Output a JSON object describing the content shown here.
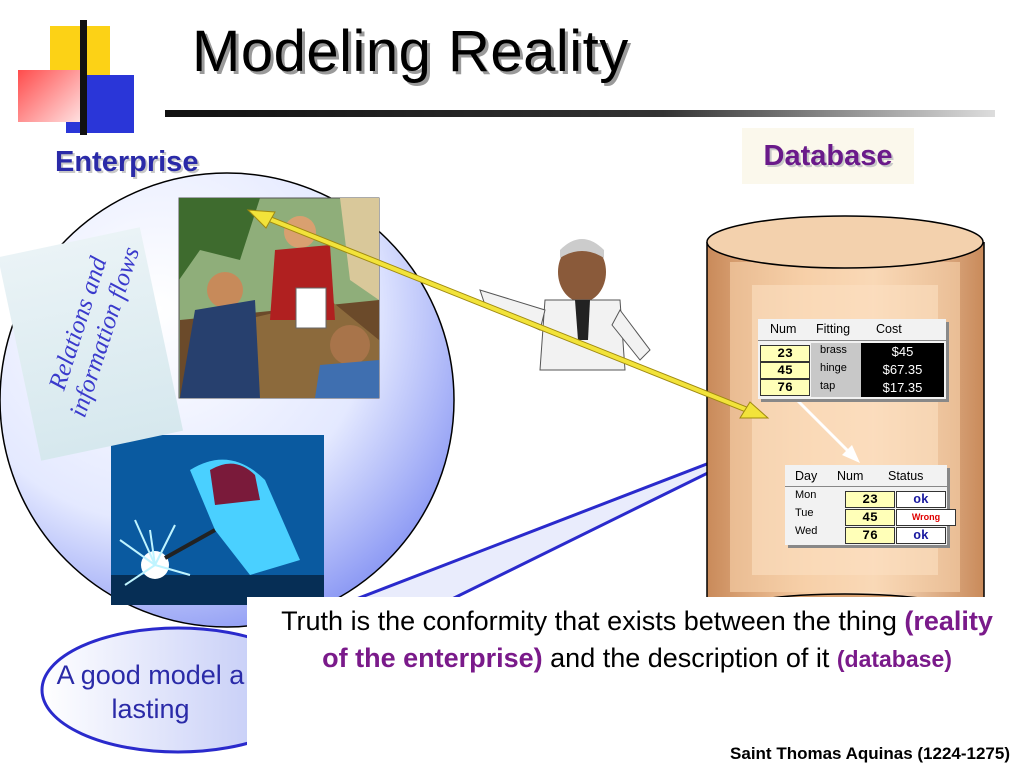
{
  "title": "Modeling Reality",
  "labels": {
    "enterprise": "Enterprise",
    "database": "Database",
    "relations": "Relations and information flows"
  },
  "fittings_table": {
    "headers": [
      "Num",
      "Fitting",
      "Cost"
    ],
    "rows": [
      {
        "num": "23",
        "fitting": "brass",
        "cost": "$45"
      },
      {
        "num": "45",
        "fitting": "hinge",
        "cost": "$67.35"
      },
      {
        "num": "76",
        "fitting": "tap",
        "cost": "$17.35"
      }
    ]
  },
  "status_table": {
    "headers": [
      "Day",
      "Num",
      "Status"
    ],
    "rows": [
      {
        "day": "Mon",
        "num": "23",
        "status": "ok"
      },
      {
        "day": "Tue",
        "num": "45",
        "status": "Wrong"
      },
      {
        "day": "Wed",
        "num": "76",
        "status": "ok"
      }
    ]
  },
  "bubble_text": "A good model a lasting",
  "quote": {
    "part1": "Truth is the conformity that exists between the thing",
    "highlight1": "(reality of the enterprise)",
    "part2": "and the description of it",
    "highlight2": "(database)"
  },
  "author": "Saint Thomas Aquinas (1224-1275)",
  "colors": {
    "accent_blue": "#2a2aa8",
    "purple": "#6a1a8a",
    "cylinder": "#e8b48a",
    "arrow_yellow": "#f2e33a",
    "wrong_red": "#e00000"
  }
}
